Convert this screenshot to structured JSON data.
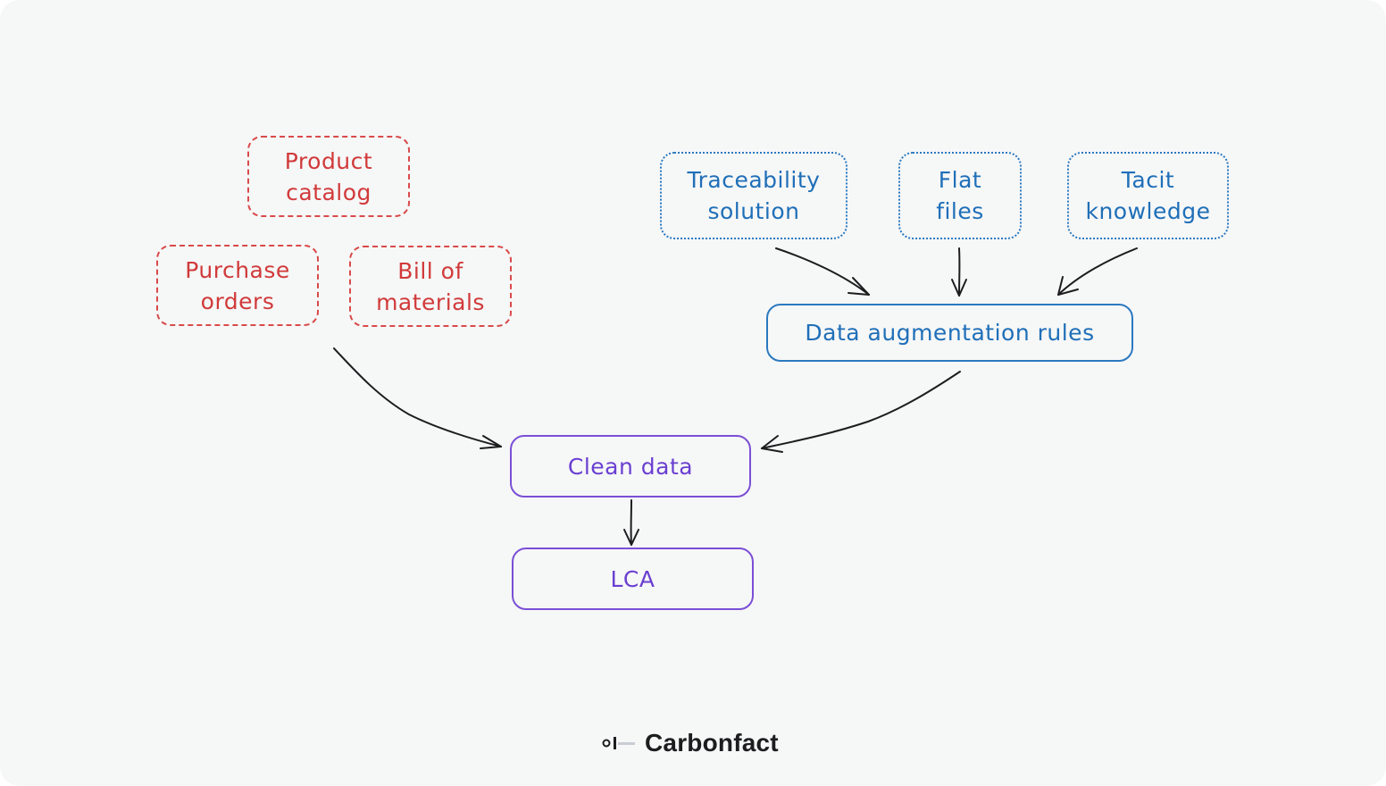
{
  "diagram": {
    "nodes": {
      "product_catalog": "Product\ncatalog",
      "purchase_orders": "Purchase\norders",
      "bill_of_materials": "Bill of\nmaterials",
      "traceability_solution": "Traceability\nsolution",
      "flat_files": "Flat\nfiles",
      "tacit_knowledge": "Tacit\nknowledge",
      "data_augmentation_rules": "Data augmentation rules",
      "clean_data": "Clean data",
      "lca": "LCA"
    },
    "edges": [
      {
        "from": "internal_sources",
        "to": "clean_data"
      },
      {
        "from": "traceability_solution",
        "to": "data_augmentation_rules"
      },
      {
        "from": "flat_files",
        "to": "data_augmentation_rules"
      },
      {
        "from": "tacit_knowledge",
        "to": "data_augmentation_rules"
      },
      {
        "from": "data_augmentation_rules",
        "to": "clean_data"
      },
      {
        "from": "clean_data",
        "to": "lca"
      }
    ],
    "colors": {
      "internal_sources": "#d94a4a",
      "external_sources": "#2a79c0",
      "outputs": "#7a4fd6",
      "arrows": "#1d1d1f"
    }
  },
  "brand": {
    "name": "Carbonfact",
    "logo_icon": "carbonfact-logo-icon"
  }
}
